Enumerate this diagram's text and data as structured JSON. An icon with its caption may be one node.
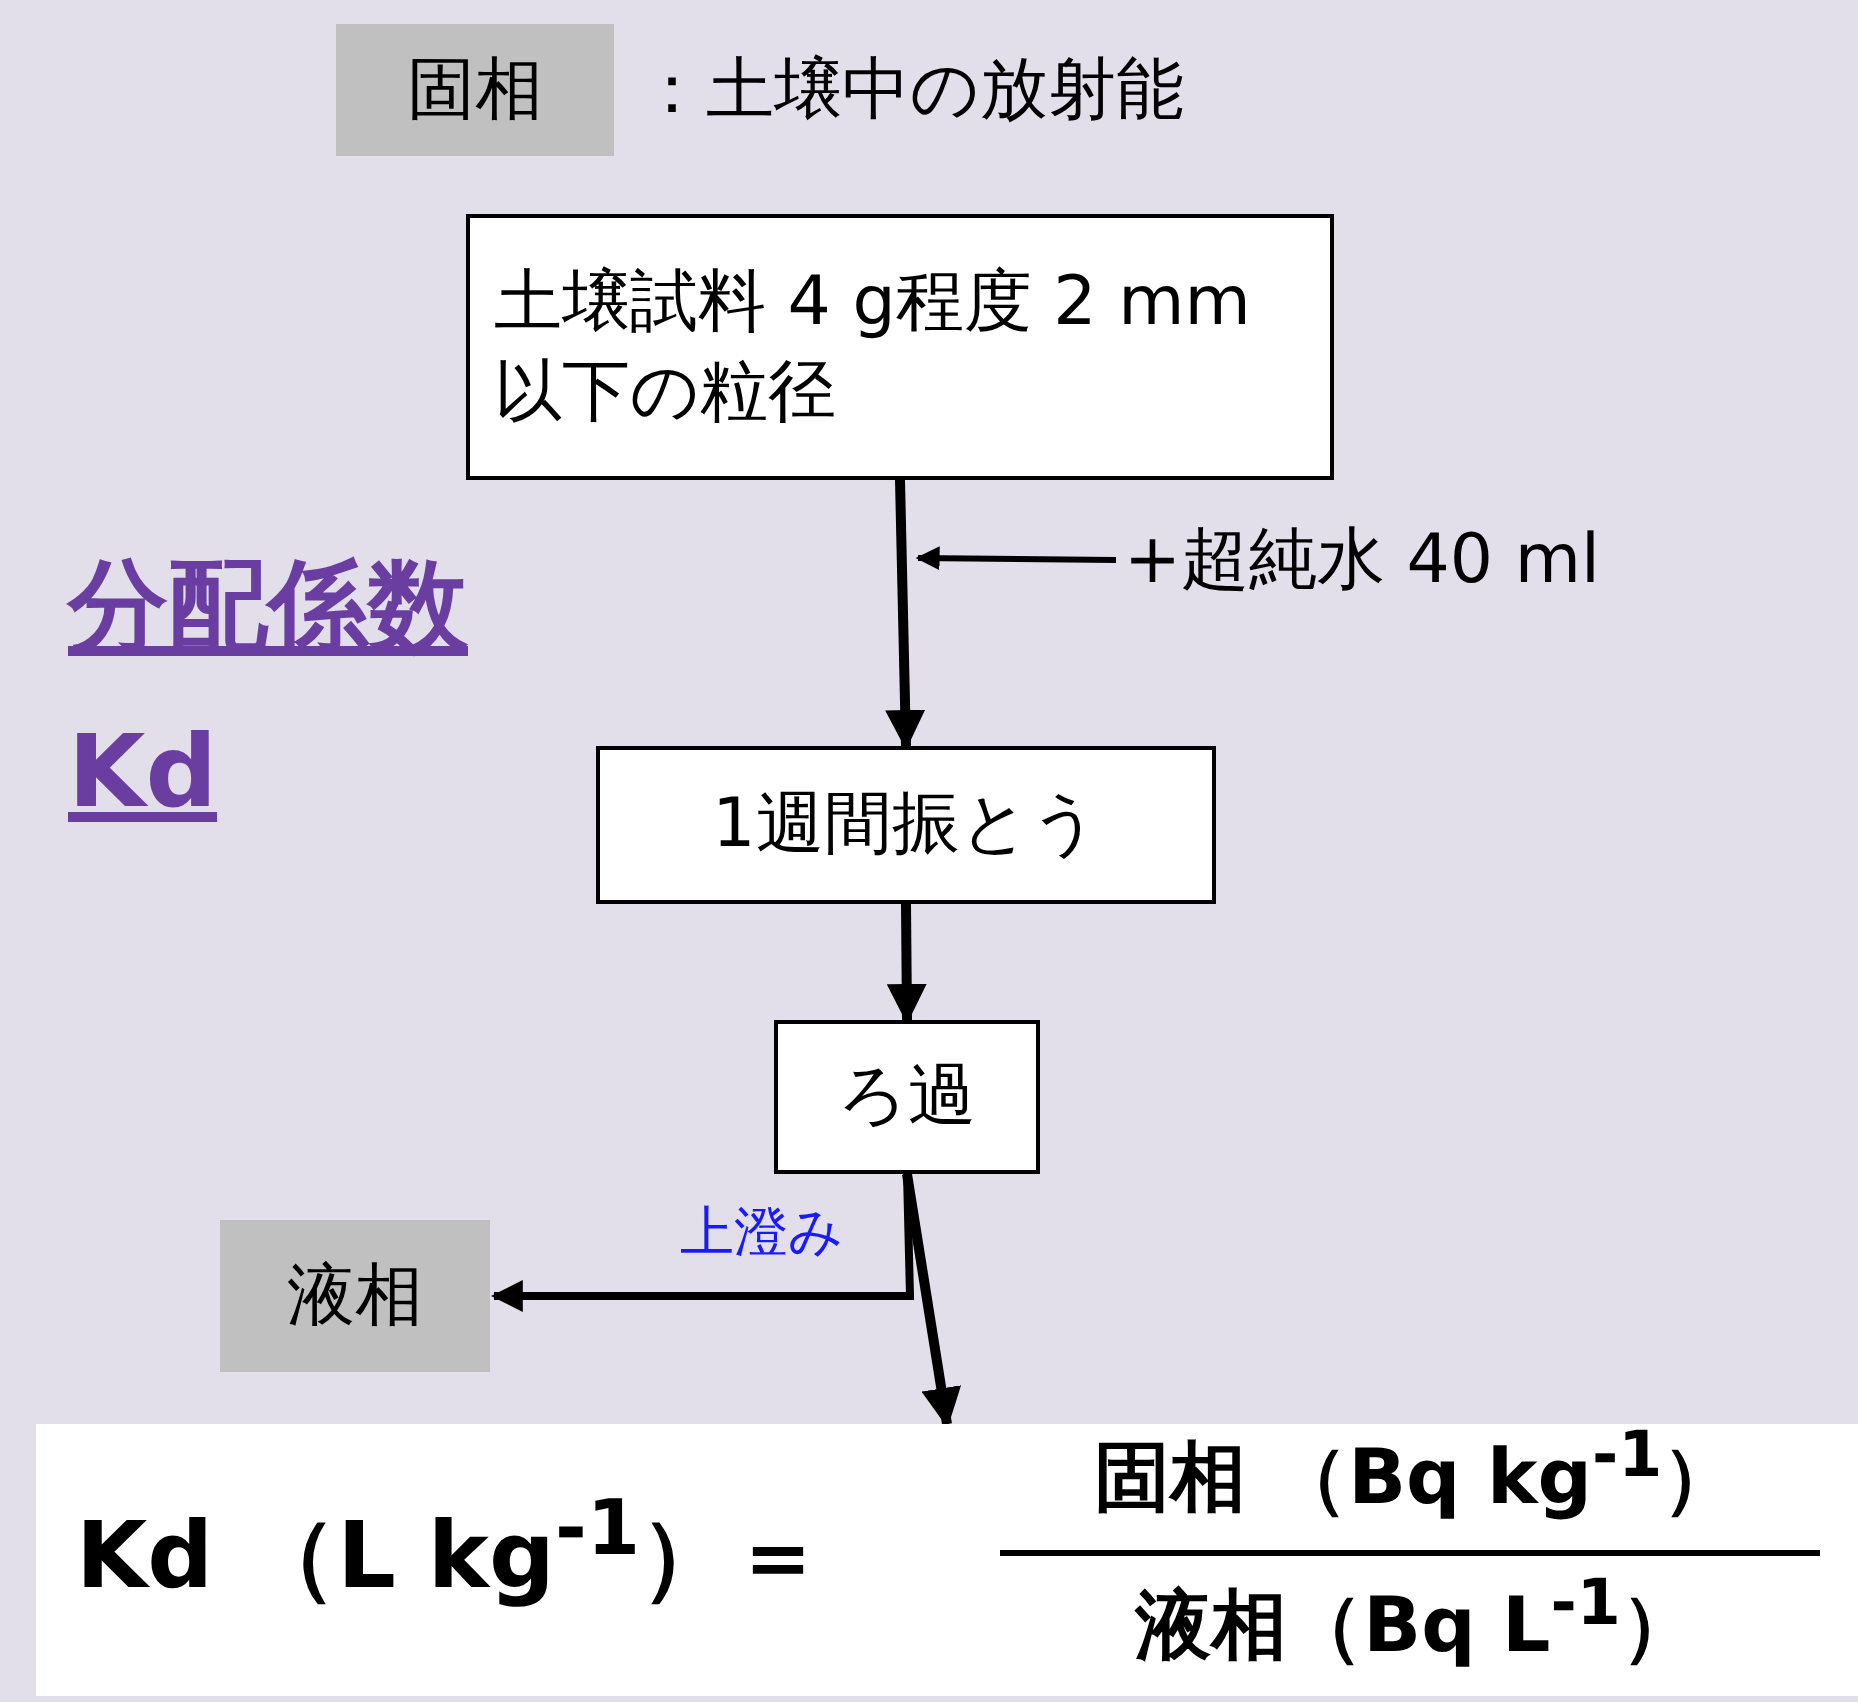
{
  "diagram": {
    "nodes": [
      {
        "text": [
          "固相"
        ],
        "beside": [
          "：土壌中の放射能"
        ]
      },
      {
        "text": [
          "土壌試料 4 g程度 2 mm 以下の粒径"
        ]
      },
      {
        "text": [
          "+超純水 40 ml"
        ]
      },
      {
        "text": [
          "1週間振とう"
        ]
      },
      {
        "text": [
          "ろ過"
        ]
      },
      {
        "text": [
          "液相"
        ]
      },
      {
        "text": [
          "Kd （L kg$^{-1}$）＝",
          "固相 （Bq kg$^{-1}$）",
          "液相（Bq L$^{-1}$）"
        ]
      }
    ],
    "edges": [
      {
        "from": 1,
        "to": 3,
        "arrow": "to"
      },
      {
        "from": 2,
        "to": null,
        "arrow": "to"
      },
      {
        "from": 3,
        "to": 4,
        "arrow": "to"
      },
      {
        "from": 4,
        "to": 5,
        "arrow": "to",
        "label": "上澄み"
      },
      {
        "from": 4,
        "to": 6,
        "arrow": "to"
      }
    ],
    "labels": [
      "分配係数 Kd"
    ]
  }
}
